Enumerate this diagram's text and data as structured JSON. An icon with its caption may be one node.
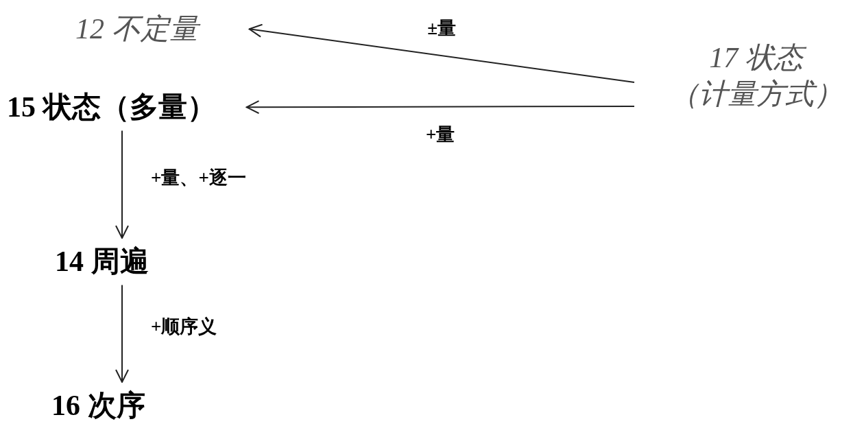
{
  "diagram": {
    "nodes": [
      {
        "text": [
          "12 不定量"
        ]
      },
      {
        "text": [
          "15 状态（多量）"
        ]
      },
      {
        "text": [
          "14 周遍"
        ]
      },
      {
        "text": [
          "16 次序"
        ]
      },
      {
        "text": [
          "17 状态（计量方式）"
        ]
      }
    ],
    "edges": [
      {
        "from": 4,
        "to": 0,
        "arrow": "to",
        "label": "±量"
      },
      {
        "from": 4,
        "to": 1,
        "arrow": "to",
        "label": "+量"
      },
      {
        "from": 1,
        "to": 2,
        "arrow": "to",
        "label": "+量、+逐一"
      },
      {
        "from": 2,
        "to": 3,
        "arrow": "to",
        "label": "+顺序义"
      }
    ]
  }
}
